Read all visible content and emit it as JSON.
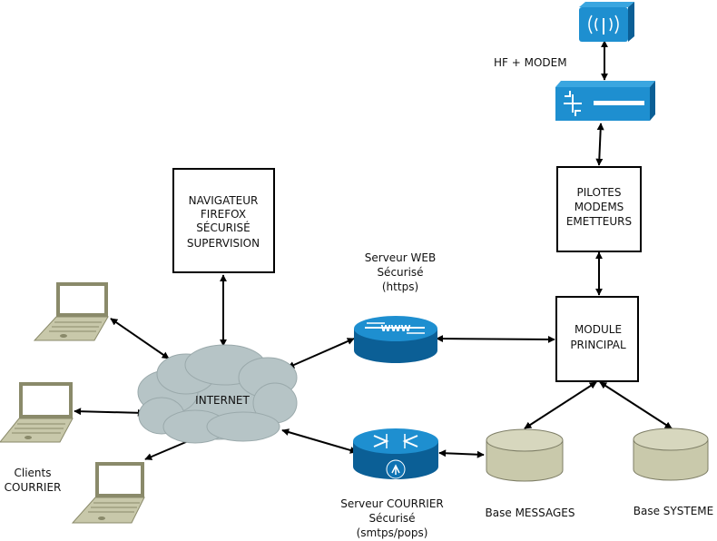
{
  "colors": {
    "cloud": "#b6c4c6",
    "cloud_stroke": "#9aa9ab",
    "laptop_frame": "#8a8a6a",
    "laptop_screen": "#ffffff",
    "laptop_base": "#c8c8aa",
    "cylinder": "#c9c9ab",
    "cylinder_stroke": "#7e7e66",
    "device_blue": "#1e8fd0",
    "device_blue_dark": "#0b5f96",
    "box_border": "#000000",
    "arrow": "#000000"
  },
  "boxes": {
    "navigateur": [
      "NAVIGATEUR",
      "FIREFOX",
      "SÉCURISÉ",
      "SUPERVISION"
    ],
    "pilotes": [
      "PILOTES",
      "MODEMS",
      "EMETTEURS"
    ],
    "module": [
      "MODULE",
      "PRINCIPAL"
    ]
  },
  "internet": {
    "label": "INTERNET"
  },
  "labels": {
    "hf_modem": "HF + MODEM",
    "web": [
      "Serveur WEB",
      "Sécurisé",
      "(https)"
    ],
    "courrier_server": [
      "Serveur COURRIER",
      "Sécurisé",
      "(smtps/pops)"
    ],
    "clients": [
      "Clients",
      "COURRIER"
    ],
    "base_messages": "Base MESSAGES",
    "base_systeme": "Base SYSTEME",
    "www": "WWW"
  },
  "icons": {
    "wireless": "wireless-access-point-icon",
    "modem": "modem-switch-icon",
    "web_router": "www-router-icon",
    "mail_router": "mail-router-icon",
    "laptop": "laptop-icon",
    "database": "database-cylinder-icon",
    "cloud": "cloud-icon"
  }
}
